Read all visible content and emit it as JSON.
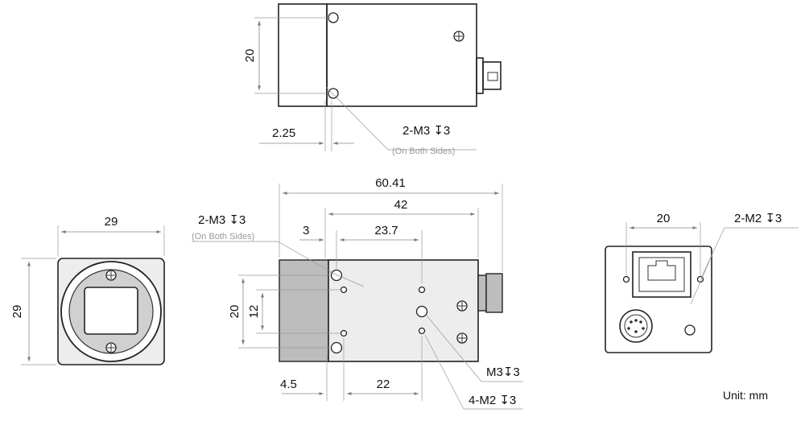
{
  "top_view": {
    "dim_height": "20",
    "dim_offset": "2.25",
    "screw_callout": "2-M3 ↧3",
    "screw_callout_note": "(On Both Sides)"
  },
  "front_view": {
    "dim_width": "29",
    "dim_height": "29"
  },
  "side_view": {
    "dim_total_length": "60.41",
    "dim_body_length": "42",
    "dim_holes_span": "23.7",
    "dim_front_offset": "3",
    "dim_holes_vertical_outer": "20",
    "dim_holes_vertical_inner": "12",
    "dim_bottom_offset": "4.5",
    "dim_bottom_span": "22",
    "screw_callout_left": "2-M3 ↧3",
    "screw_callout_left_note": "(On Both Sides)",
    "callout_m3": "M3↧3",
    "callout_m2": "4-M2 ↧3"
  },
  "rear_view": {
    "dim_holes_width": "20",
    "screw_callout": "2-M2 ↧3"
  },
  "unit_label": "Unit:  mm"
}
